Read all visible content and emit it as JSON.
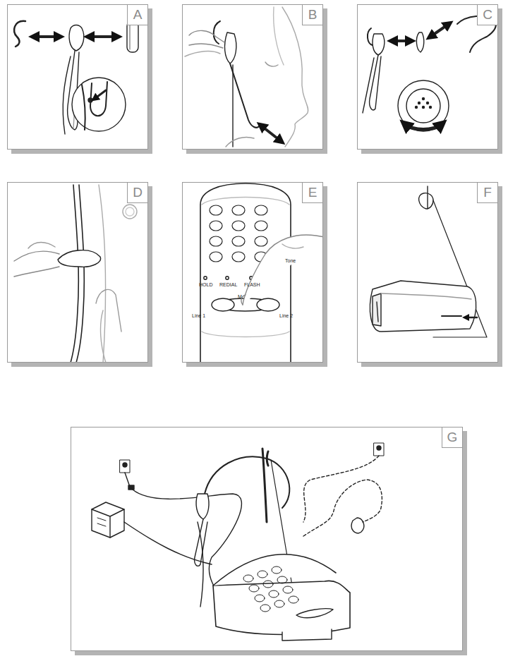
{
  "diagram": {
    "nodes": [
      {
        "text": [
          "A"
        ]
      },
      {
        "text": [
          "B"
        ]
      },
      {
        "text": [
          "C"
        ]
      },
      {
        "text": [
          "D"
        ]
      },
      {
        "text": [
          "E"
        ]
      },
      {
        "text": [
          "F"
        ]
      },
      {
        "text": [
          "G"
        ]
      }
    ],
    "labels": [
      "Tone",
      "HOLD",
      "REDIAL",
      "FLASH",
      "M",
      "Line 1",
      "Line 2"
    ]
  }
}
